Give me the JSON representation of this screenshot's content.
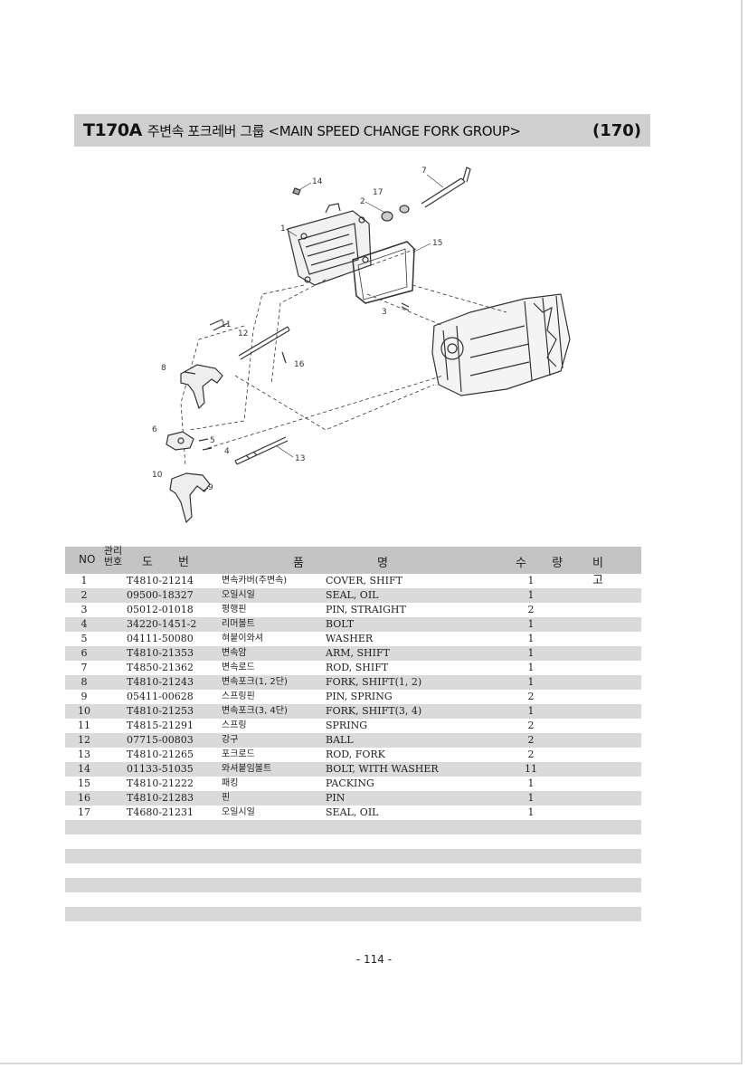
{
  "header": {
    "code": "T170A",
    "title": "주변속 포크레버 그룹 <MAIN SPEED CHANGE FORK GROUP>",
    "page_ref": "(170)"
  },
  "diagram": {
    "callouts": [
      "1",
      "2",
      "3",
      "4",
      "5",
      "6",
      "7",
      "8",
      "9",
      "10",
      "11",
      "12",
      "13",
      "14",
      "15",
      "16",
      "17"
    ]
  },
  "table": {
    "headers": {
      "no": "NO",
      "kanri": "관리 번호",
      "do": "도",
      "beon": "번",
      "pum": "품",
      "myeong": "명",
      "qty": "수 량",
      "remark": "비 고"
    },
    "rows": [
      {
        "no": "1",
        "part": "T4810-21214",
        "ko": "변속카버(주변속)",
        "en": "COVER, SHIFT",
        "qty": "1"
      },
      {
        "no": "2",
        "part": "09500-18327",
        "ko": "오일시일",
        "en": "SEAL, OIL",
        "qty": "1"
      },
      {
        "no": "3",
        "part": "05012-01018",
        "ko": "평행핀",
        "en": "PIN, STRAIGHT",
        "qty": "2"
      },
      {
        "no": "4",
        "part": "34220-1451-2",
        "ko": "리머볼트",
        "en": "BOLT",
        "qty": "1"
      },
      {
        "no": "5",
        "part": "04111-50080",
        "ko": "혀붙이와셔",
        "en": "WASHER",
        "qty": "1"
      },
      {
        "no": "6",
        "part": "T4810-21353",
        "ko": "변속암",
        "en": "ARM, SHIFT",
        "qty": "1"
      },
      {
        "no": "7",
        "part": "T4850-21362",
        "ko": "변속로드",
        "en": "ROD, SHIFT",
        "qty": "1"
      },
      {
        "no": "8",
        "part": "T4810-21243",
        "ko": "변속포크(1, 2단)",
        "en": "FORK, SHIFT(1, 2)",
        "qty": "1"
      },
      {
        "no": "9",
        "part": "05411-00628",
        "ko": "스프링핀",
        "en": "PIN, SPRING",
        "qty": "2"
      },
      {
        "no": "10",
        "part": "T4810-21253",
        "ko": "변속포크(3, 4단)",
        "en": "FORK, SHIFT(3, 4)",
        "qty": "1"
      },
      {
        "no": "11",
        "part": "T4815-21291",
        "ko": "스프링",
        "en": "SPRING",
        "qty": "2"
      },
      {
        "no": "12",
        "part": "07715-00803",
        "ko": "강구",
        "en": "BALL",
        "qty": "2"
      },
      {
        "no": "13",
        "part": "T4810-21265",
        "ko": "포크로드",
        "en": "ROD, FORK",
        "qty": "2"
      },
      {
        "no": "14",
        "part": "01133-51035",
        "ko": "와셔붙임볼트",
        "en": "BOLT, WITH WASHER",
        "qty": "11"
      },
      {
        "no": "15",
        "part": "T4810-21222",
        "ko": "패킹",
        "en": "PACKING",
        "qty": "1"
      },
      {
        "no": "16",
        "part": "T4810-21283",
        "ko": "핀",
        "en": "PIN",
        "qty": "1"
      },
      {
        "no": "17",
        "part": "T4680-21231",
        "ko": "오일시일",
        "en": "SEAL, OIL",
        "qty": "1"
      }
    ]
  },
  "footer": {
    "page_number": "- 114 -"
  }
}
